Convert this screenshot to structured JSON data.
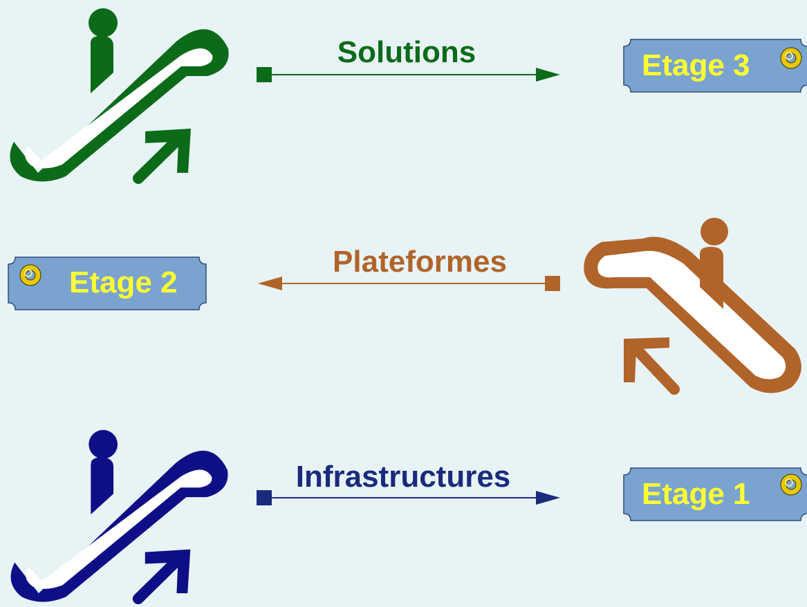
{
  "colors": {
    "background": "#e8f3f6",
    "solutions": "#0b6b18",
    "plateformes": "#b0642a",
    "infrastructures": "#0e0f86",
    "plaque_fill": "#7aa3cf",
    "plaque_text": "#ffff33",
    "ring": "#e6c800"
  },
  "rows": [
    {
      "label": "Solutions",
      "label_color": "#0b6b18",
      "floor": "Etage 3",
      "direction": "up-right",
      "icon": "escalator-up-icon"
    },
    {
      "label": "Plateformes",
      "label_color": "#b0642a",
      "floor": "Etage 2",
      "direction": "up-left",
      "icon": "escalator-up-left-icon"
    },
    {
      "label": "Infrastructures",
      "label_color": "#0e0f86",
      "floor": "Etage 1",
      "direction": "up-right",
      "icon": "escalator-up-icon"
    }
  ]
}
